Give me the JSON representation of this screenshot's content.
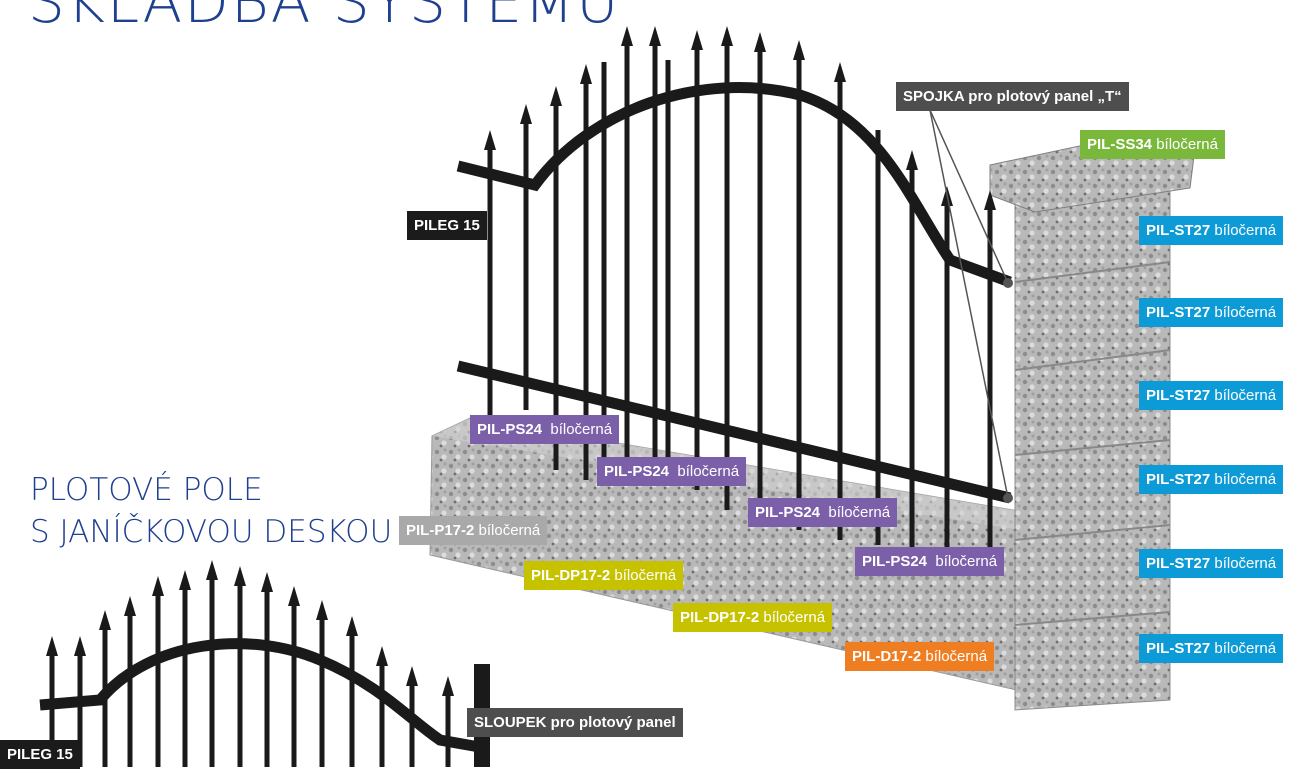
{
  "title": "SKLADBA SYSTÉMU",
  "subtitle": {
    "line1": "PLOTOVÉ POLE",
    "line2": "S JANÍČKOVOU DESKOU"
  },
  "labels": {
    "pileg_top": {
      "code": "PILEG 15"
    },
    "pileg_bottom": {
      "code": "PILEG 15"
    },
    "spojka": {
      "code": "SPOJKA pro plotový panel „T“"
    },
    "sloupek": {
      "code": "SLOUPEK pro plotový panel"
    },
    "ss34": {
      "code": "PIL-SS34",
      "color": "bíločerná"
    },
    "st27": [
      {
        "code": "PIL-ST27",
        "color": "bíločerná"
      },
      {
        "code": "PIL-ST27",
        "color": "bíločerná"
      },
      {
        "code": "PIL-ST27",
        "color": "bíločerná"
      },
      {
        "code": "PIL-ST27",
        "color": "bíločerná"
      },
      {
        "code": "PIL-ST27",
        "color": "bíločerná"
      },
      {
        "code": "PIL-ST27",
        "color": "bíločerná"
      }
    ],
    "ps24": [
      {
        "code": "PIL-PS24",
        "color": "bíločerná"
      },
      {
        "code": "PIL-PS24",
        "color": "bíločerná"
      },
      {
        "code": "PIL-PS24",
        "color": "bíločerná"
      },
      {
        "code": "PIL-PS24",
        "color": "bíločerná"
      }
    ],
    "p17": {
      "code": "PIL-P17-2",
      "color": "bíločerná"
    },
    "dp17": [
      {
        "code": "PIL-DP17-2",
        "color": "bíločerná"
      },
      {
        "code": "PIL-DP17-2",
        "color": "bíločerná"
      }
    ],
    "d17": {
      "code": "PIL-D17-2",
      "color": "bíločerná"
    }
  },
  "colors": {
    "heading": "#1f3f8f",
    "black_label": "#1b1b1b",
    "dark_label": "#4e4e4e",
    "green_label": "#79b83a",
    "blue_label": "#0c9bd7",
    "purple_label": "#7b5fa9",
    "gray_label": "#a9a9a9",
    "olive_label": "#c7c200",
    "orange_label": "#ef7d22"
  }
}
